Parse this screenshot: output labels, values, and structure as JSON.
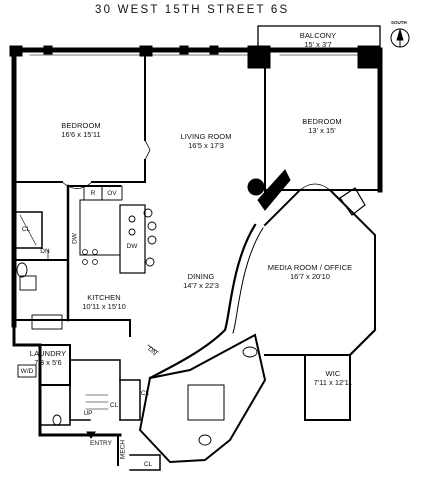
{
  "title": "30 WEST 15TH STREET 6S",
  "compass_label": "SOUTH",
  "rooms": {
    "balcony": {
      "name": "BALCONY",
      "dim": "15' x 3'7"
    },
    "bedroom1": {
      "name": "BEDROOM",
      "dim": "16'6 x 15'11"
    },
    "living": {
      "name": "LIVING ROOM",
      "dim": "16'5 x 17'3"
    },
    "bedroom2": {
      "name": "BEDROOM",
      "dim": "13' x 15'"
    },
    "dining": {
      "name": "DINING",
      "dim": "14'7 x 22'3"
    },
    "kitchen": {
      "name": "KITCHEN",
      "dim": "10'11 x 15'10"
    },
    "media": {
      "name": "MEDIA ROOM / OFFICE",
      "dim": "16'7 x 20'10"
    },
    "laundry": {
      "name": "LAUNDRY",
      "dim": "7'3 x 5'6"
    },
    "wic": {
      "name": "WIC",
      "dim": "7'11 x 12'11"
    }
  },
  "small_labels": {
    "cl_left": "CL",
    "cl_center": "CL",
    "cl_lower": "CL",
    "cl_bottom": "CL",
    "dn_top": "DN",
    "dn_mid": "DN",
    "up": "UP",
    "wd": "W/D",
    "r": "R",
    "ov": "OV",
    "dw1": "DW",
    "dw2": "DW",
    "mech": "MECH",
    "entry": "ENTRY"
  }
}
